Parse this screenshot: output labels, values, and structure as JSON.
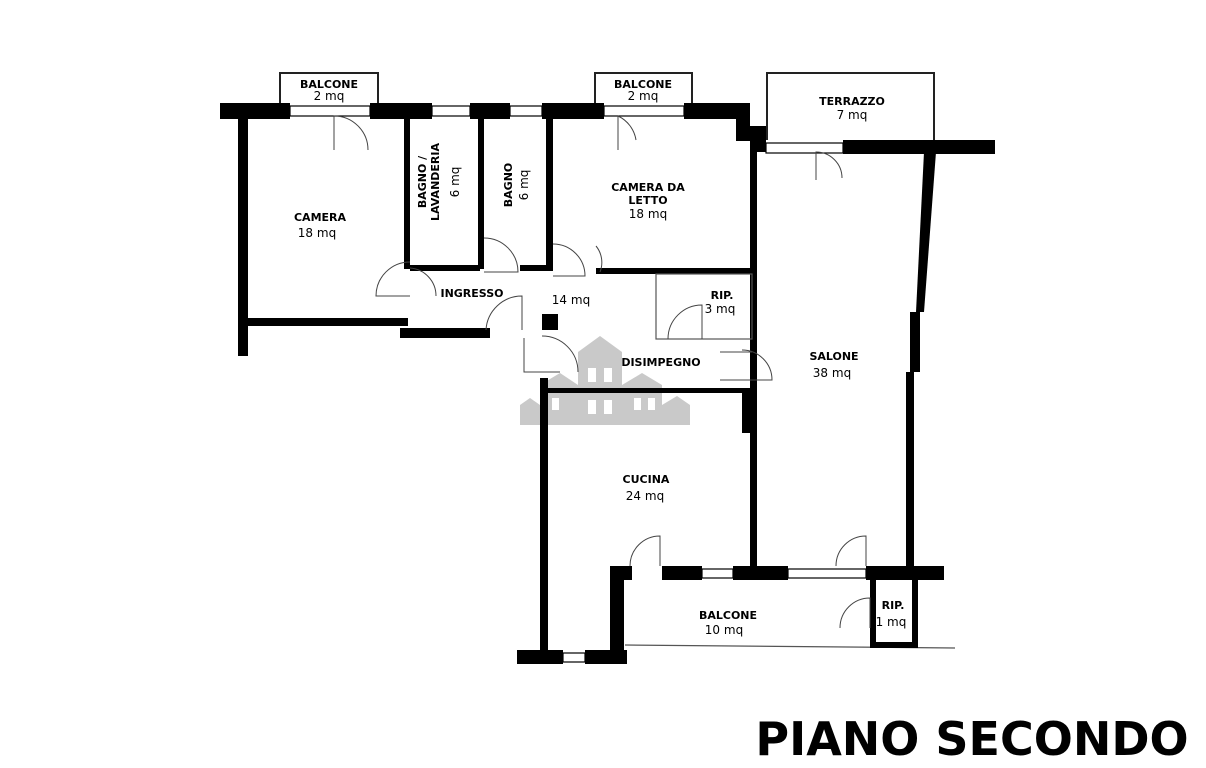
{
  "floor_title": "PIANO SECONDO",
  "rooms": {
    "balcone_camera": {
      "name": "BALCONE",
      "area": "2 mq"
    },
    "balcone_letto": {
      "name": "BALCONE",
      "area": "2 mq"
    },
    "terrazzo": {
      "name": "TERRAZZO",
      "area": "7 mq"
    },
    "camera": {
      "name": "CAMERA",
      "area": "18 mq"
    },
    "bagno_lav": {
      "name1": "BAGNO /",
      "name2": "LAVANDERIA",
      "area": "6 mq"
    },
    "bagno": {
      "name": "BAGNO",
      "area": "6 mq"
    },
    "camera_letto": {
      "name1": "CAMERA DA",
      "name2": "LETTO",
      "area": "18 mq"
    },
    "ingresso": {
      "name": "INGRESSO",
      "area": "14 mq"
    },
    "rip_1": {
      "name": "RIP.",
      "area": "3 mq"
    },
    "disimpegno": {
      "name": "DISIMPEGNO"
    },
    "salone": {
      "name": "SALONE",
      "area": "38 mq"
    },
    "cucina": {
      "name": "CUCINA",
      "area": "24 mq"
    },
    "balcone_cucina": {
      "name": "BALCONE",
      "area": "10 mq"
    },
    "rip_2": {
      "name": "RIP.",
      "area": "1 mq"
    }
  }
}
